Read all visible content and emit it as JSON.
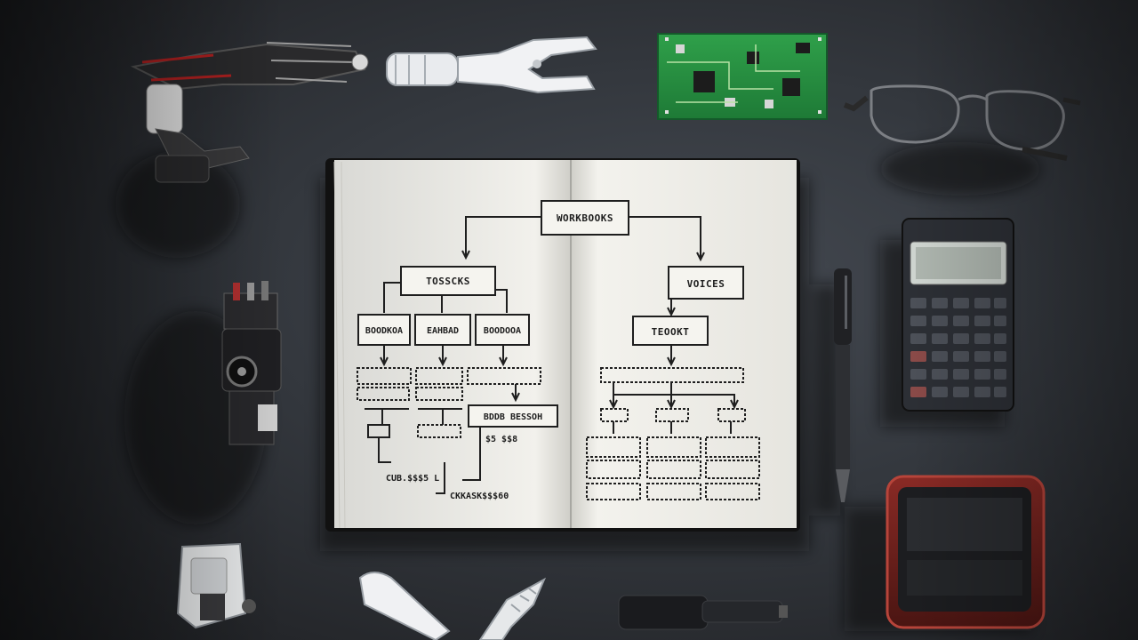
{
  "notebook": {
    "left_root": "WORKBOOKS",
    "left_level1": "TOSSCKS",
    "left_level2": [
      "BOODKOA",
      "EAHBAD",
      "BOODOOA"
    ],
    "left_bottom_box": "BDDB BESSOH",
    "left_note_1": "$5 $$8",
    "left_note_2": "CUB.$$$5 L",
    "left_note_3": "CKKASK$$$60",
    "right_level1": "VOICES",
    "right_level2": "TEOOKT"
  },
  "objects": [
    "robotic-hand",
    "robotic-gripper-arm",
    "green-circuit-board",
    "eyeglasses",
    "calculator",
    "pen",
    "servo-robot-arm",
    "red-device",
    "white-gripper-part",
    "white-servo-bracket",
    "marker"
  ]
}
